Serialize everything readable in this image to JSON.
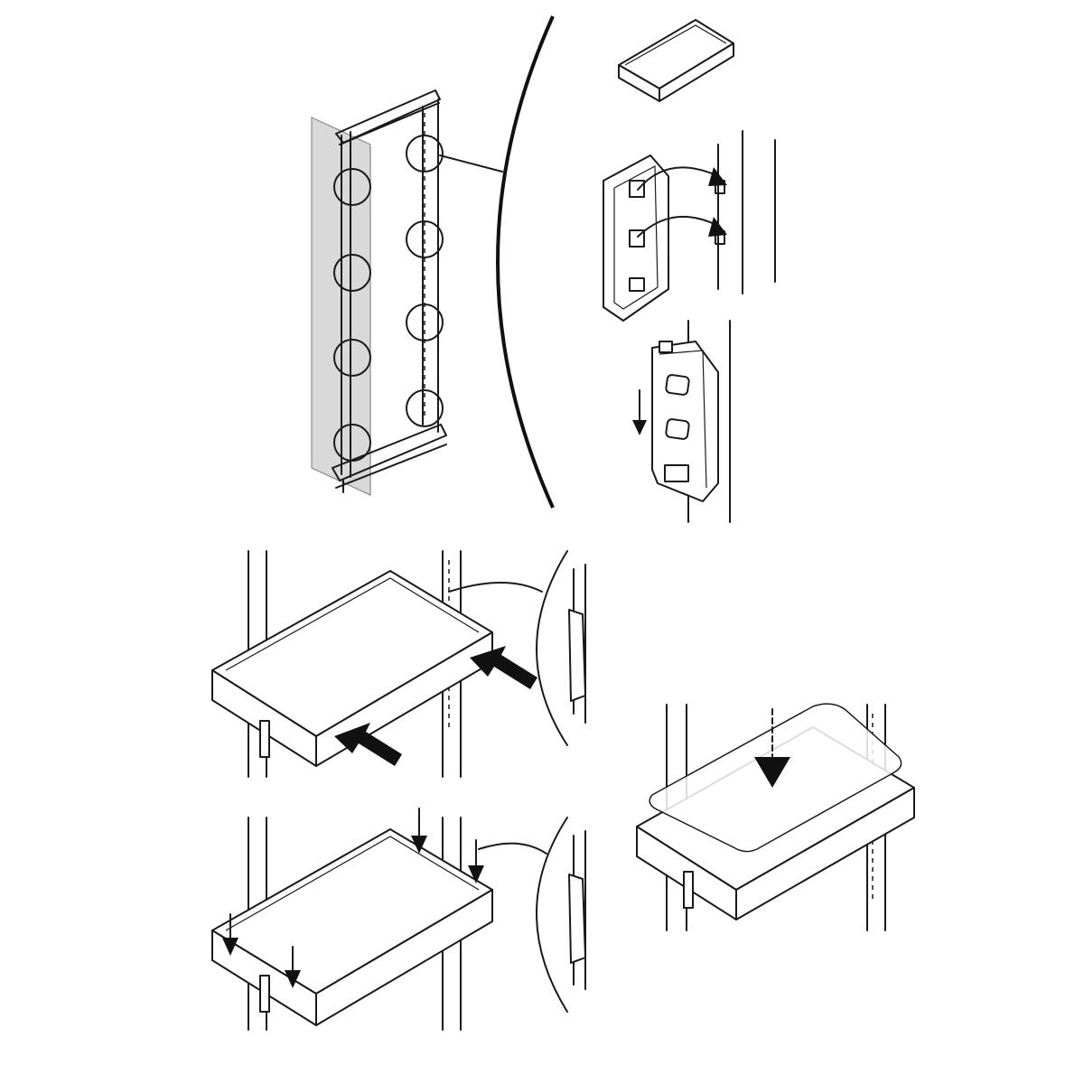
{
  "colors": {
    "line": "#1a1a1a",
    "background": "#ffffff",
    "glass_panel": "#d9d9d9",
    "arrow": "#111111"
  },
  "steps": [
    {
      "id": "overview",
      "description_icon": "pull-out-frame-with-clip-positions"
    },
    {
      "id": "clip-install",
      "description_icon": "clip-hook-into-upright"
    },
    {
      "id": "tray-slide-in",
      "description_icon": "tray-push-onto-uprights"
    },
    {
      "id": "tray-press-down",
      "description_icon": "tray-press-down-onto-hooks"
    },
    {
      "id": "insert-mat",
      "description_icon": "mat-into-tray"
    }
  ]
}
